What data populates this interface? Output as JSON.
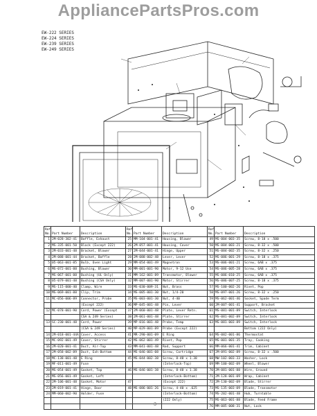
{
  "watermark": "AppliancePartsPros.com",
  "series": [
    "EW-222 SERIES",
    "EW-224 SERIES",
    "EW-239 SERIES",
    "EW-249 SERIES"
  ],
  "table": {
    "headers": [
      "Ref. No.",
      "Part Number",
      "Description"
    ],
    "columns": [
      {
        "rows": [
          [
            "1",
            "2M-028-302-41",
            "Baffle, Exhaust"
          ],
          [
            "2",
            "MS-335-001-50",
            "Block (Except 222)"
          ],
          [
            "3",
            "2M-033-001-48",
            "Bracket, Blower"
          ],
          [
            "4",
            "2M-088-001-44",
            "Bracket, Baffle"
          ],
          [
            "5",
            "05-063-001-85",
            "Bulb, Oven Light"
          ],
          [
            "6",
            "MS-072-001-88",
            "Bushing, Blower"
          ],
          [
            "7",
            "MS-067-001-88",
            "Bushing (UL Only)"
          ],
          [
            "8",
            "05-079-001-48",
            "Bushing (CSA Only)"
          ],
          [
            "9",
            "MS-115-000-40",
            "Clamp, Wire"
          ],
          [
            "10",
            "MS-069-001-88",
            "Clip, Trim"
          ],
          [
            "11",
            "MC-056-006-89",
            "Connector, Probe"
          ],
          [
            "",
            "",
            "(Except 222)"
          ],
          [
            "12",
            "MC-078-001-90",
            "Cord, Power (Except"
          ],
          [
            "",
            "",
            "CSA & 249 Series)"
          ],
          [
            "13",
            "SC-230-001-48",
            "Cord, Power"
          ],
          [
            "",
            "",
            "(CSA & 249 Series)"
          ],
          [
            "14",
            "2M-018-001-44A",
            "Cover, Access"
          ],
          [
            "15",
            "MC-092-001-49",
            "Cover, Stirrer"
          ],
          [
            "16",
            "2M-020-001-41",
            "Duct, Air-Top"
          ],
          [
            "17",
            "2M-058-002-89",
            "Duct, Exh-Bottom"
          ],
          [
            "18",
            "MC-138-001-48",
            "E Ring"
          ],
          [
            "19",
            "MF-011-001-49",
            "Fuse"
          ],
          [
            "20",
            "MS-054-001-49",
            "Gasket, Top"
          ],
          [
            "21",
            "MS-056-001-49",
            "Gasket, Left"
          ],
          [
            "22",
            "2M-106-001-48",
            "Gasket, Motor"
          ],
          [
            "23",
            "2M-019-001-41",
            "Hinge, Door"
          ],
          [
            "24",
            "MM-060-002-90",
            "Holder, Fuse"
          ]
        ]
      },
      {
        "rows": [
          [
            "25",
            "MM-104-001-41",
            "Housing, Blower"
          ],
          [
            "26",
            "2M-057-001-41",
            "Housing, Cover"
          ],
          [
            "27",
            "2M-044-001-41",
            "Hinge, Upper"
          ],
          [
            "28",
            "2M-088-002-48",
            "Lever, Lever"
          ],
          [
            "29",
            "MM-054-001-49",
            "Magnetron"
          ],
          [
            "30",
            "MM-001-001-90",
            "Motor, 9-12 Use"
          ],
          [
            "31",
            "MM-162-001-89",
            "Transmotor, Blower"
          ],
          [
            "32",
            "MM-007-001-90",
            "Motor, Stirrer"
          ],
          [
            "33",
            "MS-030-009-31",
            "Nut, Brass"
          ],
          [
            "34",
            "MS-005-001-30",
            "Nut, 1/4-20"
          ],
          [
            "35",
            "MS-003-001-30",
            "Nut, 4-40"
          ],
          [
            "36",
            "MP-045-001-48",
            "Pin, Lever"
          ],
          [
            "37",
            "2M-060-001-48",
            "Plate, Lever Retn."
          ],
          [
            "38",
            "2M-061-001-48",
            "Plate, Stirrer"
          ],
          [
            "39",
            "MP-016-001-48",
            "Probe, Temp"
          ],
          [
            "40",
            "MP-029-001-89",
            "Probe (Except 222)"
          ],
          [
            "41",
            "MR-290-001-09",
            "E Ring"
          ],
          [
            "42",
            "MS-062-001-49",
            "Rivet, Pop"
          ],
          [
            "43",
            "MM-041-001-48",
            "Rod, Support"
          ],
          [
            "44",
            "MS-046-001-08",
            "Screw, Cartridge"
          ],
          [
            "45",
            "MS-044-002-38",
            "Screw, 8-48 x 1.38"
          ],
          [
            "",
            "",
            "(Interlock-Top)"
          ],
          [
            "46",
            "MS-046-001-38",
            "Screw, 8-48 x 1.38"
          ],
          [
            "",
            "",
            "(Interlock-Bottom)"
          ],
          [
            "47",
            "",
            "(Except 222)"
          ],
          [
            "48",
            "MS-086-001-26",
            "Screw, 4-40 x .625"
          ],
          [
            "",
            "",
            "(Interlock-Bottom)"
          ],
          [
            "",
            "",
            "(222 Only)"
          ]
        ]
      },
      {
        "rows": [
          [
            "49",
            "MS-004-003-35",
            "Screw, 8-18 x .500"
          ],
          [
            "50",
            "MS-084-003-21",
            "Screw, 8-32 x .500"
          ],
          [
            "51",
            "MS-084-002-35",
            "Screw, 8-32 x .250"
          ],
          [
            "52",
            "MS-086-001-29",
            "Screw, 8-18 x .375"
          ],
          [
            "53",
            "MS-006-001-21",
            "Screw, 6AB x .375"
          ],
          [
            "54",
            "MS-086-005-28",
            "Screw, 6AB x .375"
          ],
          [
            "55",
            "MS-086-010-25",
            "Screw, 6AB x .375"
          ],
          [
            "56",
            "MS-086-007-25",
            "Screw, 8-18 x .375"
          ],
          [
            "57",
            "MS-100-002-26",
            "Rivet, Pop"
          ],
          [
            "58",
            "MS-097-001-26",
            "Screw, 8-32 x .250"
          ],
          [
            "59",
            "MS-062-001-46",
            "Socket, Spade Term"
          ],
          [
            "60",
            "2M-007-001-41",
            "Support, Bracket"
          ],
          [
            "61",
            "MS-081-001-89",
            "Switch, Interlock"
          ],
          [
            "62",
            "MS-081-002-89",
            "Switch, Interlock"
          ],
          [
            "63",
            "MS-081-003-89",
            "Switch, Interlock"
          ],
          [
            "",
            "",
            "Bottom (222 Only)"
          ],
          [
            "64",
            "MS-082-001-86",
            "Thermostat"
          ],
          [
            "65",
            "MS-001-001-35",
            "Tray, Cooking"
          ],
          [
            "66",
            "MM-066-001-41",
            "Trim, Cabinet"
          ],
          [
            "67",
            "2M-091-002-89",
            "Screw, 8-32 x .500"
          ],
          [
            "68",
            "MW-102-003-33",
            "Washer, Lock"
          ],
          [
            "69",
            "MM-100-002-09",
            "Wheel, Blower"
          ],
          [
            "70",
            "2M-081-001-88",
            "Wire, Ground"
          ],
          [
            "71",
            "2M-128-001-09",
            "Wrap, Cabinet"
          ],
          [
            "72",
            "2M-130-002-09",
            "Blade, Stirrer"
          ],
          [
            "73",
            "MS-135-003-09",
            "Blade, Transmotor"
          ],
          [
            "74",
            "MS-202-001-48",
            "Hub, Turntable"
          ],
          [
            "75",
            "MS-063-001-88",
            "Blade, Feed Frame"
          ],
          [
            "76",
            "MM-085-008-31",
            "Nut, Lock"
          ]
        ]
      }
    ]
  },
  "page_number": "3"
}
